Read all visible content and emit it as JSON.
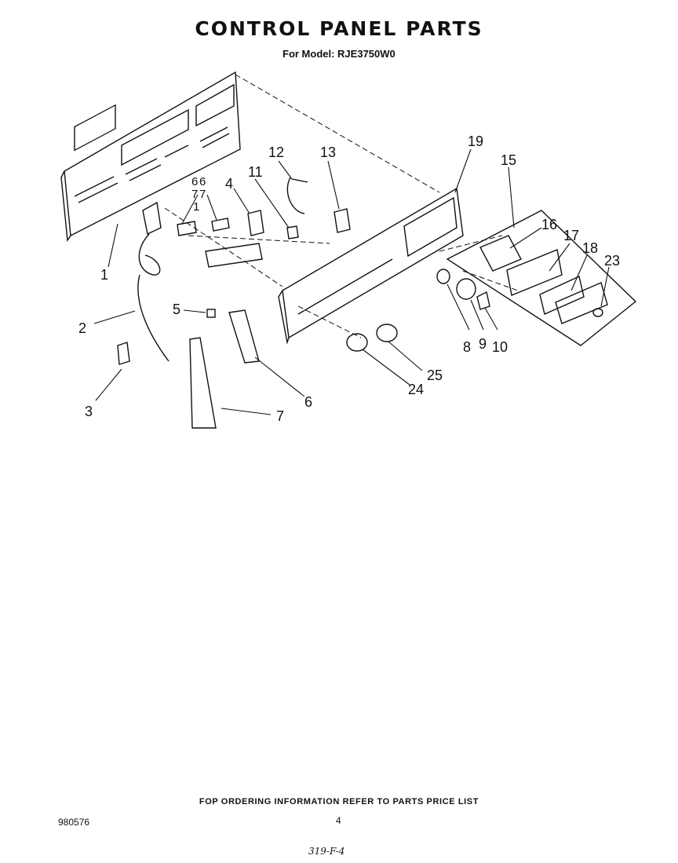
{
  "header": {
    "title": "CONTROL PANEL PARTS",
    "subtitle": "For Model: RJE3750W0"
  },
  "callouts": [
    "1",
    "2",
    "3",
    "4",
    "5",
    "6",
    "7",
    "8",
    "9",
    "10",
    "11",
    "12",
    "13",
    "15",
    "16",
    "17",
    "18",
    "19",
    "23",
    "24",
    "25",
    "6",
    "7",
    "6",
    "7",
    "1"
  ],
  "footer": {
    "note": "FOP ORDERING INFORMATION REFER TO PARTS PRICE LIST",
    "doc_number": "980576",
    "page": "4",
    "handwritten": "319-F-4"
  }
}
